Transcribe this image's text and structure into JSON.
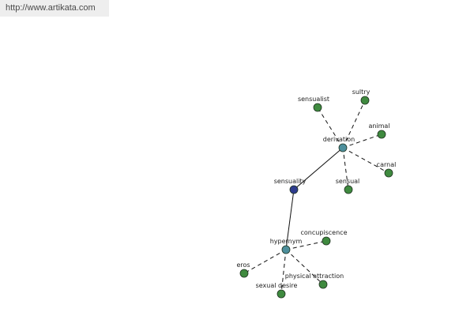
{
  "url": "http://www.artikata.com",
  "colors": {
    "root_node": "#2e3c8e",
    "relation_node": "#4d8f9c",
    "leaf_node": "#3f8a3f",
    "node_stroke": "#1f3320",
    "edge": "#111111"
  },
  "graph": {
    "nodes": [
      {
        "id": "sensuality",
        "label": "sensuality",
        "kind": "root"
      },
      {
        "id": "derivation",
        "label": "derivation",
        "kind": "relation"
      },
      {
        "id": "hypernym",
        "label": "hypernym",
        "kind": "relation"
      },
      {
        "id": "sensualist",
        "label": "sensualist",
        "kind": "leaf"
      },
      {
        "id": "sultry",
        "label": "sultry",
        "kind": "leaf"
      },
      {
        "id": "animal",
        "label": "animal",
        "kind": "leaf"
      },
      {
        "id": "carnal",
        "label": "carnal",
        "kind": "leaf"
      },
      {
        "id": "sensual",
        "label": "sensual",
        "kind": "leaf"
      },
      {
        "id": "concupiscence",
        "label": "concupiscence",
        "kind": "leaf"
      },
      {
        "id": "eros",
        "label": "eros",
        "kind": "leaf"
      },
      {
        "id": "sexual-desire",
        "label": "sexual desire",
        "kind": "leaf"
      },
      {
        "id": "physical-attraction",
        "label": "physical attraction",
        "kind": "leaf"
      }
    ],
    "edges": [
      {
        "from": "sensuality",
        "to": "derivation",
        "style": "solid"
      },
      {
        "from": "sensuality",
        "to": "hypernym",
        "style": "solid"
      },
      {
        "from": "derivation",
        "to": "sensualist",
        "style": "dashed"
      },
      {
        "from": "derivation",
        "to": "sultry",
        "style": "dashed"
      },
      {
        "from": "derivation",
        "to": "animal",
        "style": "dashed"
      },
      {
        "from": "derivation",
        "to": "carnal",
        "style": "dashed"
      },
      {
        "from": "derivation",
        "to": "sensual",
        "style": "dashed"
      },
      {
        "from": "hypernym",
        "to": "concupiscence",
        "style": "dashed"
      },
      {
        "from": "hypernym",
        "to": "eros",
        "style": "dashed"
      },
      {
        "from": "hypernym",
        "to": "sexual-desire",
        "style": "dashed"
      },
      {
        "from": "hypernym",
        "to": "physical-attraction",
        "style": "dashed"
      }
    ]
  }
}
